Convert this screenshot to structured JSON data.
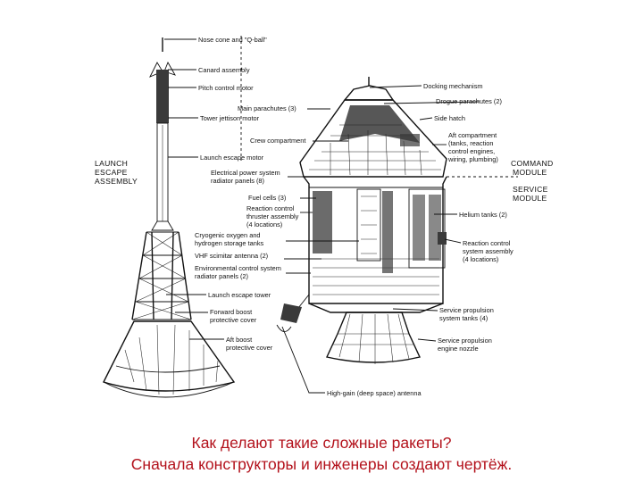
{
  "diagram": {
    "labels": {
      "nose_cone": "Nose cone and \"Q-ball\"",
      "canard": "Canard assembly",
      "pitch_motor": "Pitch control motor",
      "tower_jettison": "Tower jettison motor",
      "launch_escape_motor": "Launch escape motor",
      "docking": "Docking mechanism",
      "drogue": "Drogue parachutes (2)",
      "main_parachutes": "Main parachutes (3)",
      "side_hatch": "Side hatch",
      "crew": "Crew compartment",
      "aft_compartment_1": "Aft compartment",
      "aft_compartment_2": "(tanks, reaction",
      "aft_compartment_3": "control engines,",
      "aft_compartment_4": "wiring, plumbing)",
      "electrical_1": "Electrical power system",
      "electrical_2": "radiator panels (8)",
      "fuel_cells": "Fuel cells (3)",
      "rc_thruster_1": "Reaction control",
      "rc_thruster_2": "thruster assembly",
      "rc_thruster_3": "(4 locations)",
      "cryo_1": "Cryogenic oxygen and",
      "cryo_2": "hydrogen storage tanks",
      "vhf": "VHF scimitar antenna (2)",
      "env_1": "Environmental control system",
      "env_2": "radiator panels (2)",
      "escape_tower": "Launch escape tower",
      "fwd_boost_1": "Forward boost",
      "fwd_boost_2": "protective cover",
      "aft_boost_1": "Aft boost",
      "aft_boost_2": "protective cover",
      "helium": "Helium tanks (2)",
      "rc_system_1": "Reaction control",
      "rc_system_2": "system assembly",
      "rc_system_3": "(4 locations)",
      "sps_tanks_1": "Service propulsion",
      "sps_tanks_2": "system tanks (4)",
      "sps_nozzle_1": "Service propulsion",
      "sps_nozzle_2": "engine nozzle",
      "high_gain": "High-gain (deep space) antenna"
    },
    "sections": {
      "launch_escape_1": "LAUNCH",
      "launch_escape_2": "ESCAPE",
      "launch_escape_3": "ASSEMBLY",
      "command_1": "COMMAND",
      "command_2": "MODULE",
      "service_1": "SERVICE",
      "service_2": "MODULE"
    }
  },
  "caption": {
    "line1": "Как делают такие сложные ракеты?",
    "line2": "Сначала конструкторы и инженеры создают чертёж."
  }
}
